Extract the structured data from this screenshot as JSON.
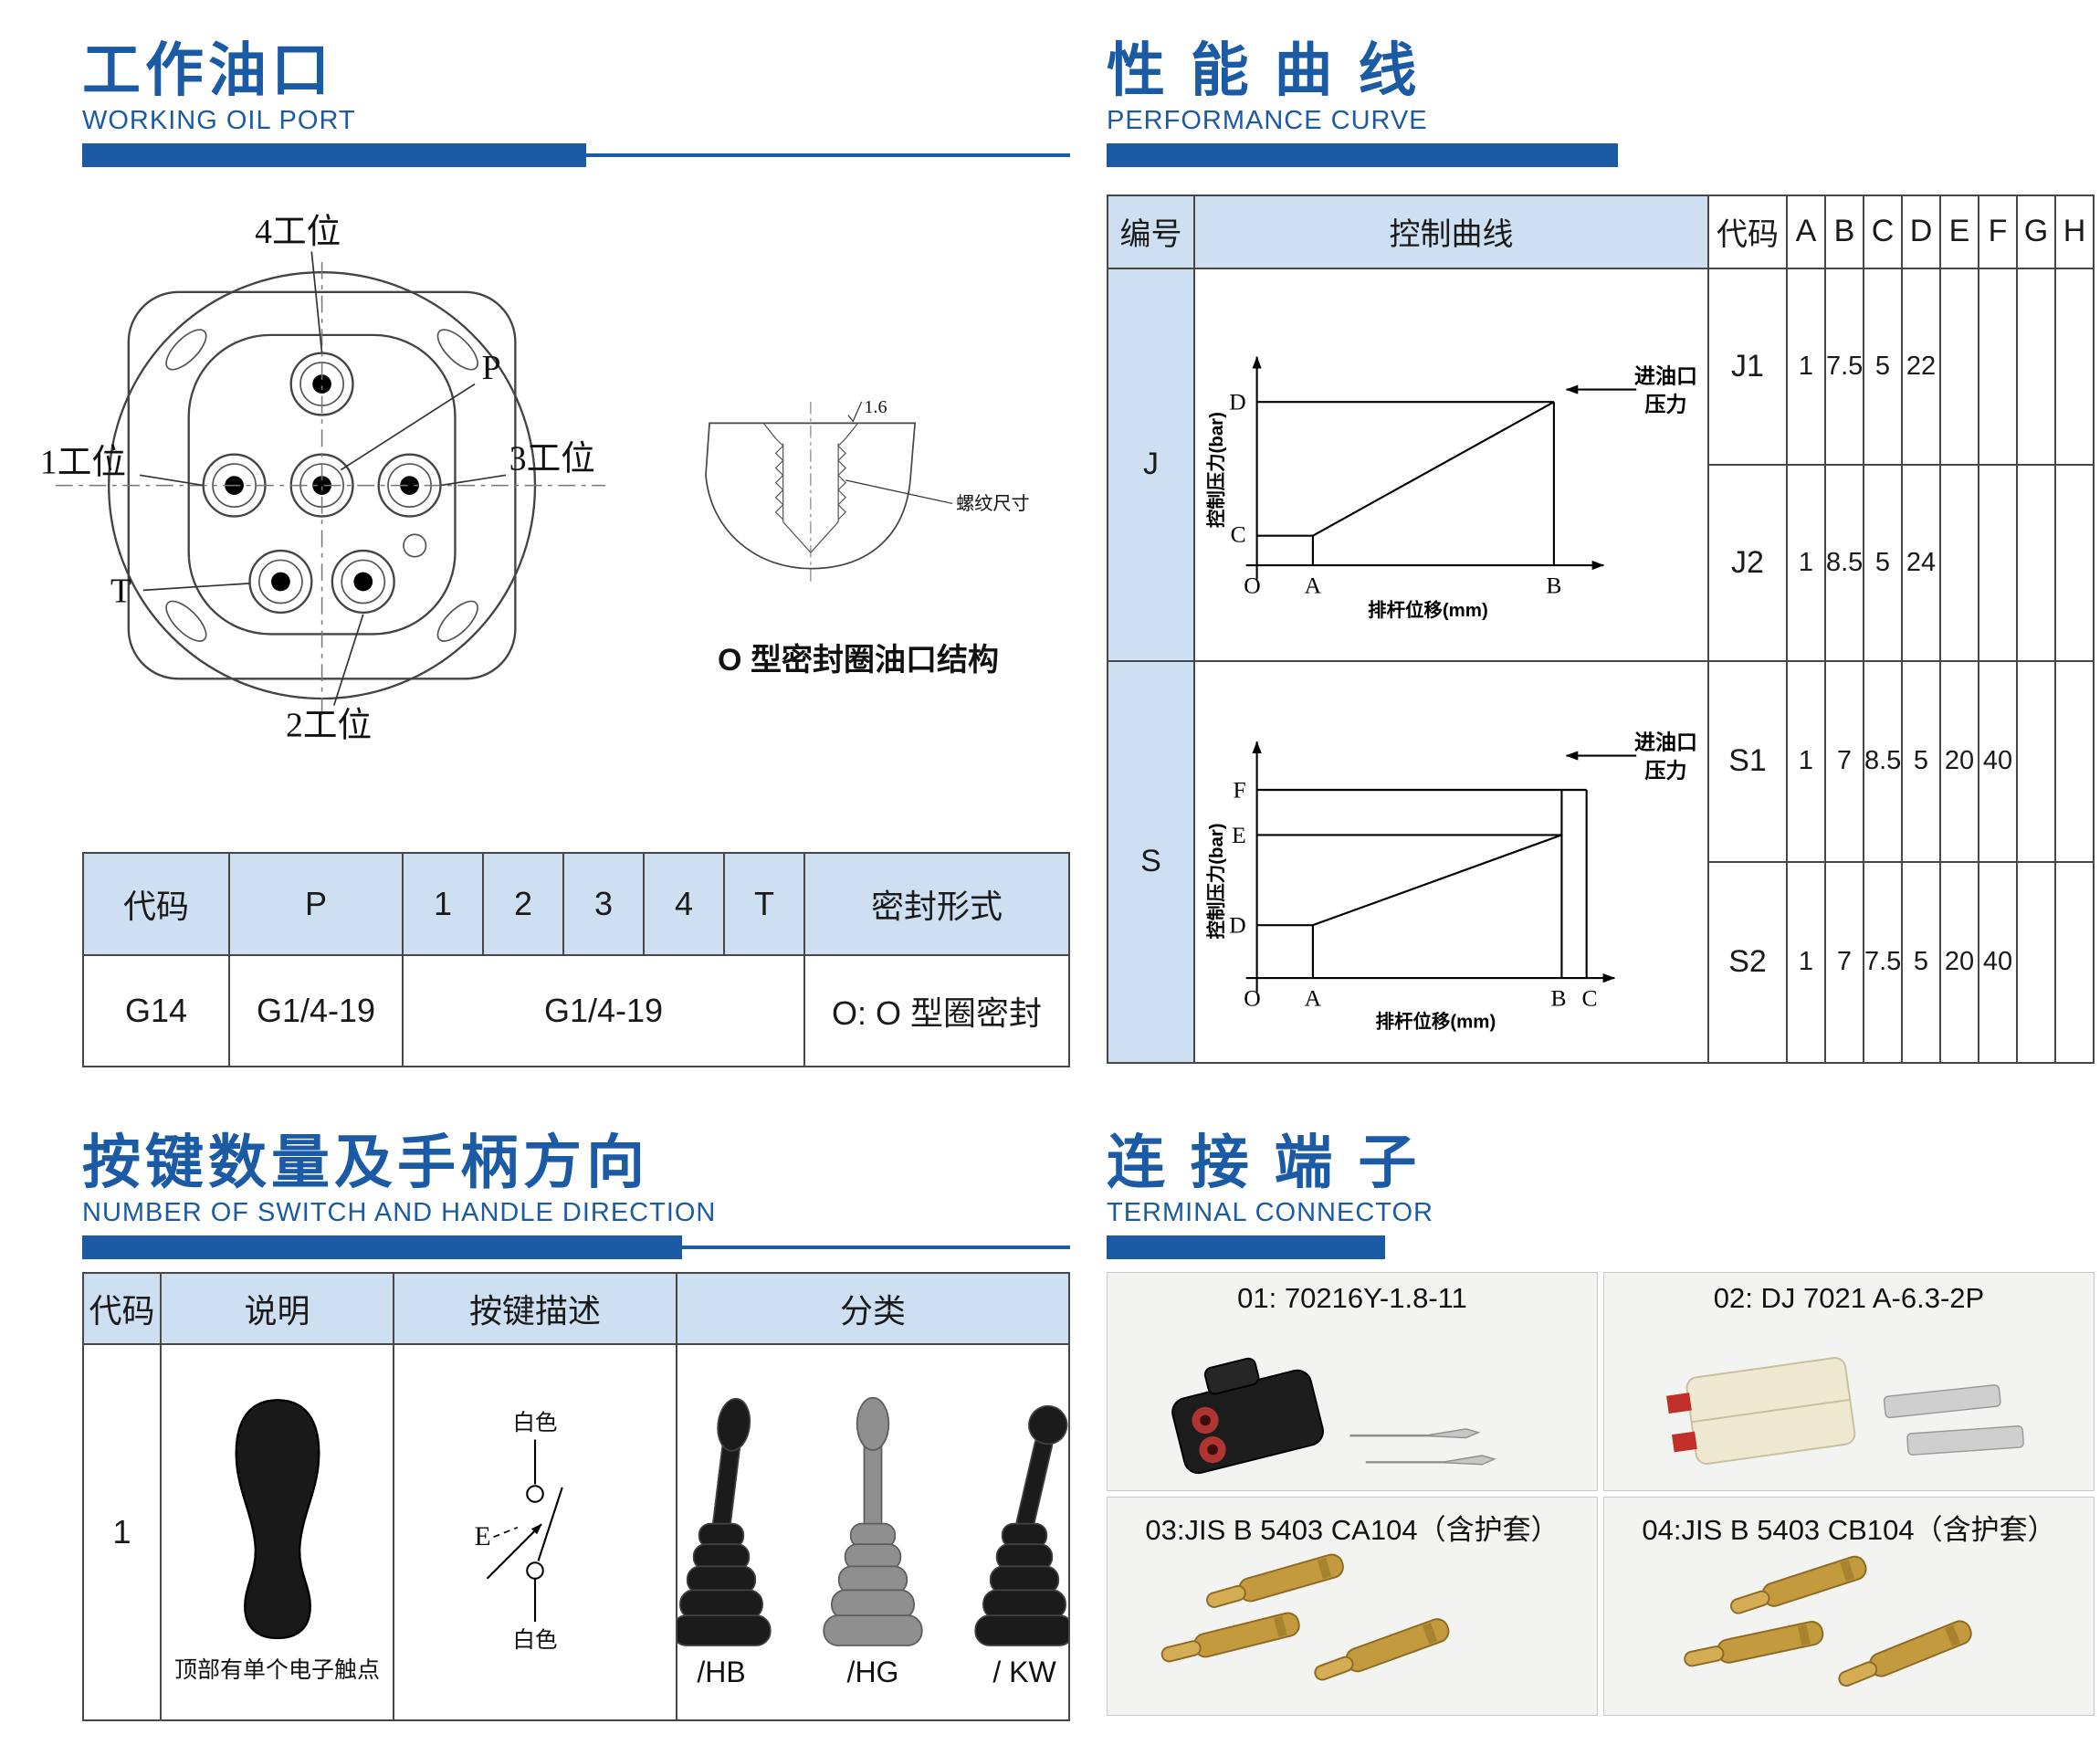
{
  "accent": "#1b5aa5",
  "working_oil_port": {
    "title": "工作油口",
    "subtitle": "WORKING OIL PORT",
    "diagram": {
      "label_pos4": "4工位",
      "label_p": "P",
      "label_pos1": "1工位",
      "label_pos3": "3工位",
      "label_t": "T",
      "label_pos2": "2工位",
      "roughness": "1.6",
      "thread_note": "螺纹尺寸",
      "caption": "O 型密封圈油口结构"
    },
    "table": {
      "headers": [
        "代码",
        "P",
        "1",
        "2",
        "3",
        "4",
        "T",
        "密封形式"
      ],
      "row": {
        "code": "G14",
        "p": "G1/4-19",
        "ports": "G1/4-19",
        "seal": "O: O 型圈密封"
      }
    }
  },
  "performance_curve": {
    "title": "性 能 曲 线",
    "subtitle": "PERFORMANCE CURVE",
    "headers": {
      "id": "编号",
      "curve": "控制曲线",
      "code": "代码",
      "letters": [
        "A",
        "B",
        "C",
        "D",
        "E",
        "F",
        "G",
        "H"
      ]
    },
    "groups": [
      {
        "id": "J",
        "graph": {
          "ylabel": "控制压力(bar)",
          "xlabel": "排杆位移(mm)",
          "y_ticks": [
            "D",
            "C"
          ],
          "x_ticks": [
            "O",
            "A",
            "B"
          ],
          "inlet_line1": "进油口",
          "inlet_line2": "压力"
        },
        "rows": [
          {
            "code": "J1",
            "values": [
              "1",
              "7.5",
              "5",
              "22",
              "",
              "",
              "",
              ""
            ]
          },
          {
            "code": "J2",
            "values": [
              "1",
              "8.5",
              "5",
              "24",
              "",
              "",
              "",
              ""
            ]
          }
        ]
      },
      {
        "id": "S",
        "graph": {
          "ylabel": "控制压力(bar)",
          "xlabel": "排杆位移(mm)",
          "y_ticks": [
            "F",
            "E",
            "D"
          ],
          "x_ticks": [
            "O",
            "A",
            "B",
            "C"
          ],
          "inlet_line1": "进油口",
          "inlet_line2": "压力"
        },
        "rows": [
          {
            "code": "S1",
            "values": [
              "1",
              "7",
              "8.5",
              "5",
              "20",
              "40",
              "",
              ""
            ]
          },
          {
            "code": "S2",
            "values": [
              "1",
              "7",
              "7.5",
              "5",
              "20",
              "40",
              "",
              ""
            ]
          }
        ]
      }
    ]
  },
  "switch_handle": {
    "title": "按键数量及手柄方向",
    "subtitle": "NUMBER OF SWITCH AND HANDLE DIRECTION",
    "table": {
      "headers": [
        "代码",
        "说明",
        "按键描述",
        "分类"
      ],
      "row": {
        "code": "1",
        "handle_caption": "顶部有单个电子触点",
        "switch_top_label": "白色",
        "switch_bottom_label": "白色",
        "switch_code": "E",
        "categories": [
          "/HB",
          "/HG",
          "/ KW"
        ]
      }
    }
  },
  "terminal_connector": {
    "title": "连 接 端 子",
    "subtitle": "TERMINAL CONNECTOR",
    "items": [
      {
        "label": "01: 70216Y-1.8-11"
      },
      {
        "label": "02:  DJ 7021 A-6.3-2P"
      },
      {
        "label": "03:JIS B 5403 CA104（含护套）"
      },
      {
        "label": "04:JIS B 5403 CB104（含护套）"
      }
    ]
  }
}
